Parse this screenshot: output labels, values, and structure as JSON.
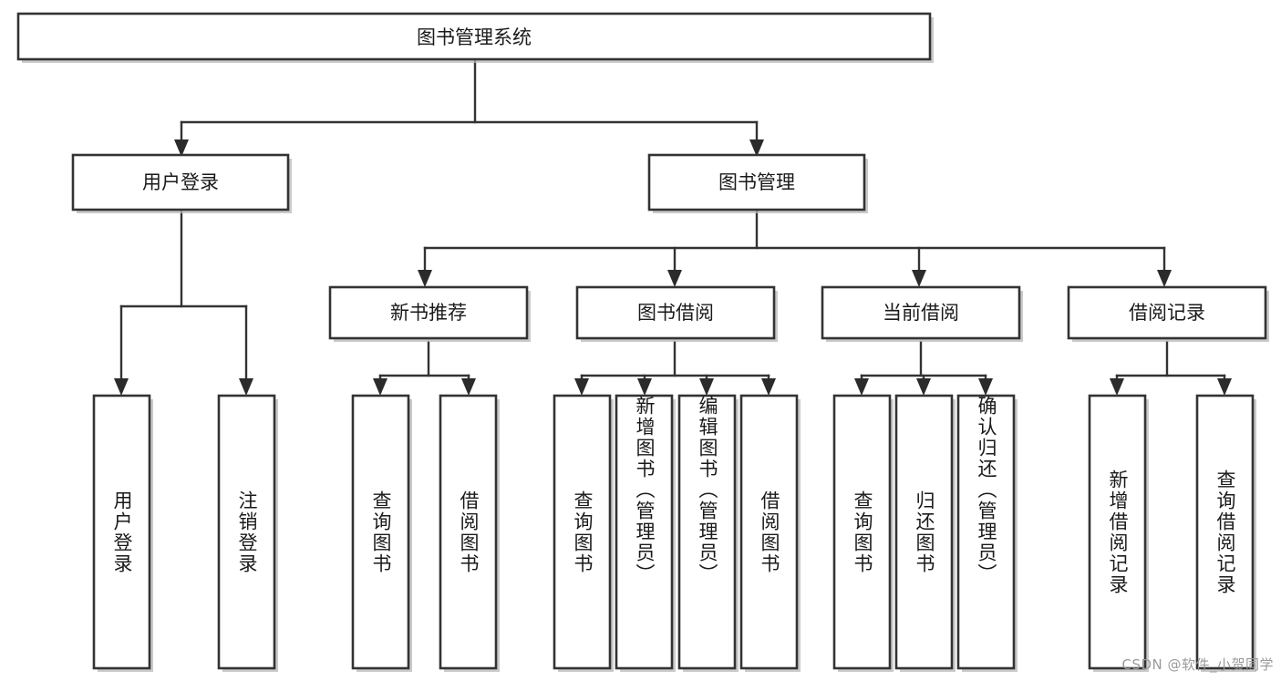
{
  "diagram": {
    "title": "图书管理系统",
    "type": "tree-hierarchy",
    "root": {
      "label": "图书管理系统"
    },
    "level2": [
      {
        "label": "用户登录"
      },
      {
        "label": "图书管理"
      }
    ],
    "level3": [
      {
        "label": "新书推荐"
      },
      {
        "label": "图书借阅"
      },
      {
        "label": "当前借阅"
      },
      {
        "label": "借阅记录"
      }
    ],
    "leaves": [
      {
        "label": "用户登录"
      },
      {
        "label": "注销登录"
      },
      {
        "label": "查询图书"
      },
      {
        "label": "借阅图书"
      },
      {
        "label": "查询图书"
      },
      {
        "label": "新增图书（管理员）"
      },
      {
        "label": "编辑图书（管理员）"
      },
      {
        "label": "借阅图书"
      },
      {
        "label": "查询图书"
      },
      {
        "label": "归还图书"
      },
      {
        "label": "确认归还（管理员）"
      },
      {
        "label": "新增借阅记录"
      },
      {
        "label": "查询借阅记录"
      }
    ]
  },
  "watermark": {
    "text": "CSDN @软件_小贺同学"
  },
  "colors": {
    "box_stroke": "#333333",
    "box_fill": "#ffffff",
    "connector": "#333333",
    "text": "#1a1a1a",
    "watermark": "#9a9a9a",
    "background": "#ffffff"
  }
}
